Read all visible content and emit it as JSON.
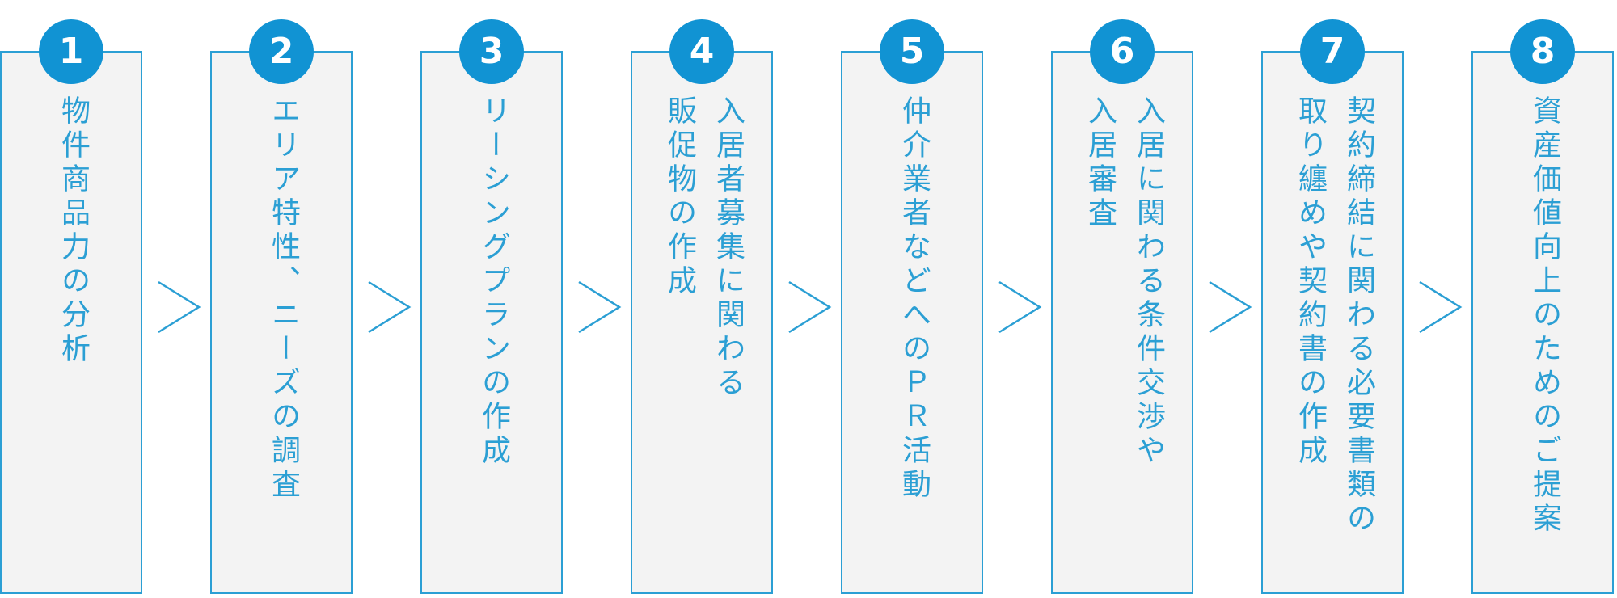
{
  "accent_color": "#2b9fd4",
  "badge_color": "#1193d3",
  "steps": [
    {
      "number": "1",
      "lines": [
        "物件商品力の分析"
      ]
    },
    {
      "number": "2",
      "lines": [
        "エリア特性、ニーズの調査"
      ]
    },
    {
      "number": "3",
      "lines": [
        "リーシングプランの作成"
      ]
    },
    {
      "number": "4",
      "lines": [
        "入居者募集に関わる",
        "販促物の作成"
      ]
    },
    {
      "number": "5",
      "lines": [
        "仲介業者などへのＰＲ活動"
      ]
    },
    {
      "number": "6",
      "lines": [
        "入居に関わる条件交渉や",
        "入居審査"
      ]
    },
    {
      "number": "7",
      "lines": [
        "契約締結に関わる必要書類の",
        "取り纏めや契約書の作成"
      ]
    },
    {
      "number": "8",
      "lines": [
        "資産価値向上のためのご提案"
      ]
    }
  ],
  "connector_icon": "chevron-right-icon"
}
